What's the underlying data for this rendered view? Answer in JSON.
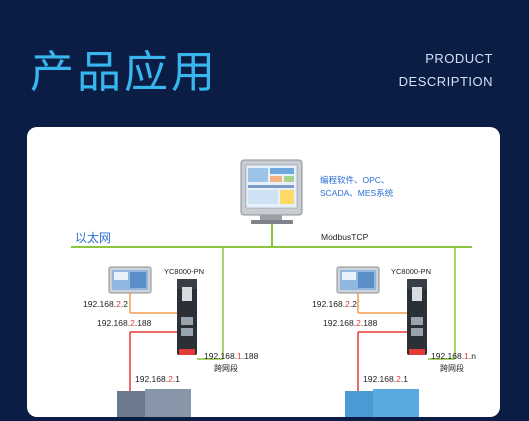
{
  "header": {
    "title": "产品应用",
    "subtitle_line1": "PRODUCT",
    "subtitle_line2": "DESCRIPTION"
  },
  "diagram": {
    "pc_label_line1": "编程软件、OPC、",
    "pc_label_line2": "SCADA、MES系统",
    "ethernet_label": "以太网",
    "protocol_label": "ModbusTCP",
    "left_node": {
      "device_name": "YC8000-PN",
      "hmi_ip_prefix": "192.168.",
      "hmi_ip_mid": "2",
      "hmi_ip_end": ".2",
      "gw_ip_prefix": "192.168.",
      "gw_ip_mid": "2",
      "gw_ip_end": ".188",
      "uplink_ip_prefix": "192.168.",
      "uplink_ip_mid": "1",
      "uplink_ip_end": ".188",
      "cross_label": "跨网段",
      "plc_ip_prefix": "192.168.",
      "plc_ip_mid": "2",
      "plc_ip_end": ".1"
    },
    "right_node": {
      "device_name": "YC8000-PN",
      "hmi_ip_prefix": "192.168.",
      "hmi_ip_mid": "2",
      "hmi_ip_end": ".2",
      "gw_ip_prefix": "192.168.",
      "gw_ip_mid": "2",
      "gw_ip_end": ".188",
      "uplink_ip_prefix": "192.168.",
      "uplink_ip_mid": "1",
      "uplink_ip_end": ".n",
      "cross_label": "跨网段",
      "plc_ip_prefix": "192.168.",
      "plc_ip_mid": "2",
      "plc_ip_end": ".1"
    },
    "colors": {
      "ethernet_line": "#8cc63f",
      "accent_text": "#2a6fd6",
      "ip_highlight": "#e53935",
      "orange_link": "#f29a4a",
      "red_link": "#e53935"
    }
  }
}
